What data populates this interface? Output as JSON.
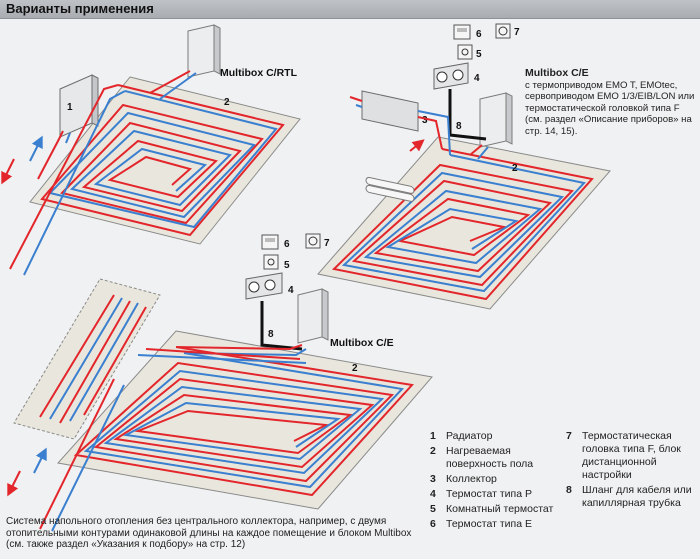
{
  "header": {
    "title": "Варианты применения"
  },
  "diagram": {
    "multibox_rtl": "Multibox C/RTL",
    "multibox_ce_top": "Multibox C/E",
    "multibox_ce_bottom": "Multibox C/E",
    "labels": {
      "n1": "1",
      "n2": "2",
      "n3": "3",
      "n4": "4",
      "n5": "5",
      "n6": "6",
      "n7": "7",
      "n8": "8"
    }
  },
  "note": {
    "title": "Multibox C/E",
    "line1": "с термоприводом EMO T, EMOtec,",
    "line2": "сервоприводом EMO 1/3/EIB/LON или",
    "line3": "термостатической головкой типа F",
    "line4": "(см. раздел «Описание приборов» на",
    "line5": "стр. 14, 15)."
  },
  "legend": {
    "items": [
      {
        "num": "1",
        "text": "Радиатор"
      },
      {
        "num": "2",
        "text": "Нагреваемая поверхность пола"
      },
      {
        "num": "3",
        "text": "Коллектор"
      },
      {
        "num": "4",
        "text": "Термостат типа P"
      },
      {
        "num": "5",
        "text": "Комнатный термостат"
      },
      {
        "num": "6",
        "text": "Термостат типа E"
      },
      {
        "num": "7",
        "text": "Термостатическая головка типа F, блок дистанционной настройки"
      },
      {
        "num": "8",
        "text": "Шланг для кабеля или капиллярная трубка"
      }
    ]
  },
  "caption": {
    "text": "Система напольного отопления без центрального коллектора, например, с двумя отопительными контурами одинаковой длины на каждое помещение и блоком Multibox (см. также раздел «Указания к подбору» на стр. 12)"
  },
  "colors": {
    "supply": "#e3262b",
    "return": "#3a7fd0",
    "floor": "#e9e7dd",
    "floor_edge": "#888888",
    "hose": "#111111"
  }
}
